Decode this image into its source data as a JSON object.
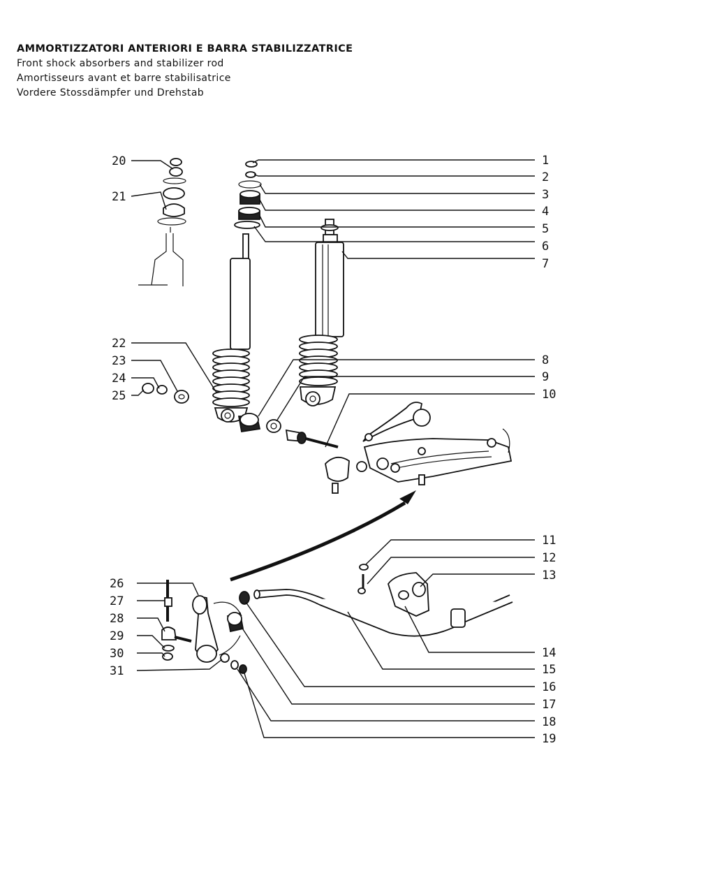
{
  "titles": {
    "it": "AMMORTIZZATORI ANTERIORI E BARRA STABILIZZATRICE",
    "en": "Front shock absorbers and stabilizer rod",
    "fr": "Amortisseurs avant et barre stabilisatrice",
    "de": "Vordere Stossdämpfer und Drehstab"
  },
  "callouts": {
    "c1": "1",
    "c2": "2",
    "c3": "3",
    "c4": "4",
    "c5": "5",
    "c6": "6",
    "c7": "7",
    "c8": "8",
    "c9": "9",
    "c10": "10",
    "c11": "11",
    "c12": "12",
    "c13": "13",
    "c14": "14",
    "c15": "15",
    "c16": "16",
    "c17": "17",
    "c18": "18",
    "c19": "19",
    "c20": "20",
    "c21": "21",
    "c22": "22",
    "c23": "23",
    "c24": "24",
    "c25": "25",
    "c26": "26",
    "c27": "27",
    "c28": "28",
    "c29": "29",
    "c30": "30",
    "c31": "31"
  }
}
